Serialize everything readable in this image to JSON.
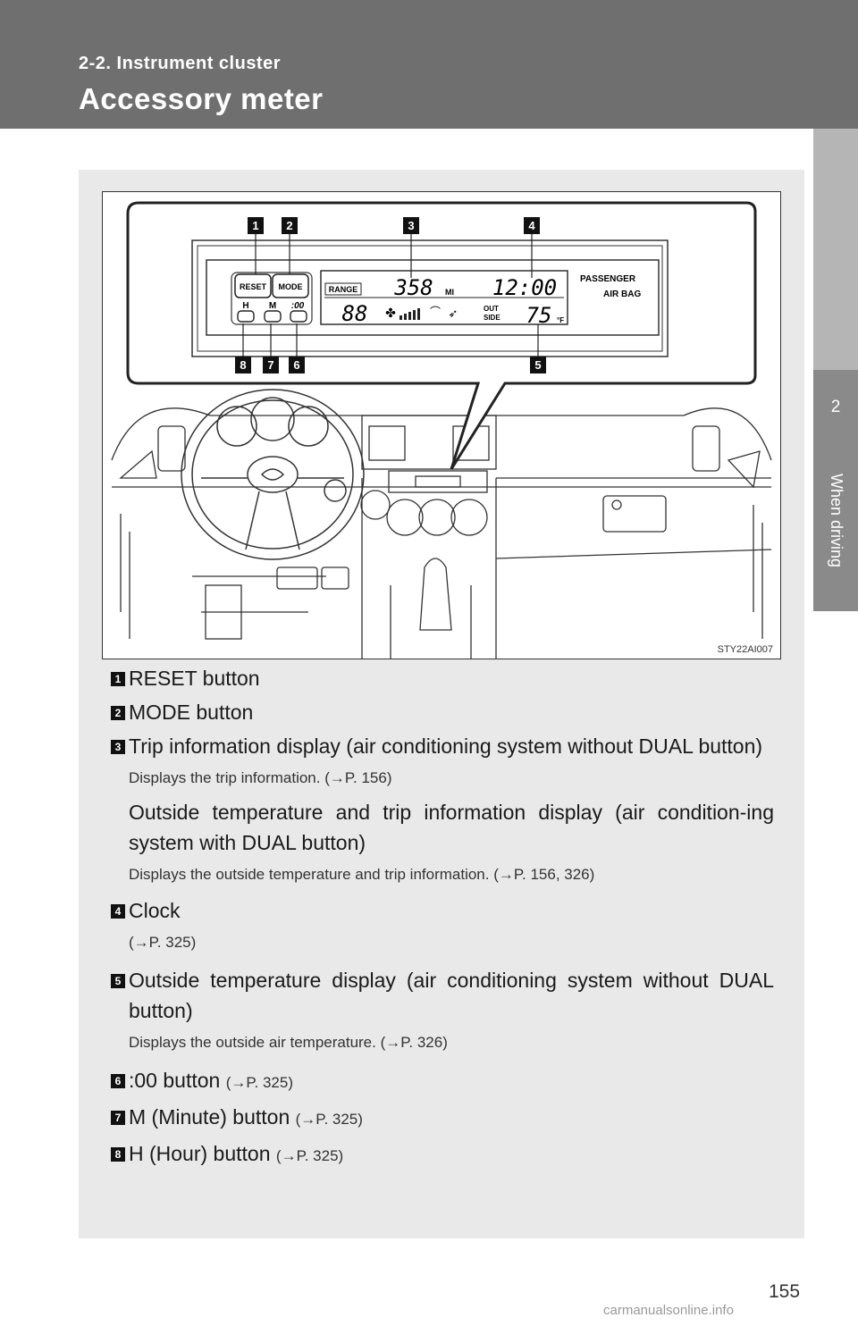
{
  "header": {
    "section": "2-2. Instrument cluster",
    "title": "Accessory meter"
  },
  "side_tab": {
    "number": "2",
    "label": "When driving"
  },
  "figure": {
    "code": "STY22AI007",
    "callouts": [
      "1",
      "2",
      "3",
      "4",
      "8",
      "7",
      "6",
      "5"
    ],
    "meter": {
      "reset": "RESET",
      "mode": "MODE",
      "h": "H",
      "m": "M",
      "zero": ":00",
      "range": "RANGE",
      "distance": "358",
      "unit": "MI",
      "clock": "12:00",
      "left_digits": "88",
      "outside_line1": "OUT",
      "outside_line2": "SIDE",
      "temp": "75",
      "temp_unit": "°F",
      "airbag_line1": "PASSENGER",
      "airbag_line2": "AIR BAG"
    }
  },
  "items": [
    {
      "num": "1",
      "label": "RESET button"
    },
    {
      "num": "2",
      "label": "MODE button"
    },
    {
      "num": "3",
      "label": "Trip information display (air conditioning system without DUAL button)",
      "sub": "Displays the trip information. (→P. 156)"
    },
    {
      "num": "",
      "label": "Outside temperature and trip information display (air condition-ing system with DUAL button)",
      "sub": "Displays the outside temperature and trip information. (→P. 156, 326)"
    },
    {
      "num": "4",
      "label": "Clock",
      "sub": "(→P. 325)"
    },
    {
      "num": "5",
      "label": "Outside temperature display (air conditioning system without DUAL button)",
      "sub": "Displays the outside air temperature. (→P. 326)"
    },
    {
      "num": "6",
      "label": ":00 button",
      "ref": "(→P. 325)"
    },
    {
      "num": "7",
      "label": "M (Minute) button",
      "ref": "(→P. 325)"
    },
    {
      "num": "8",
      "label": "H (Hour) button",
      "ref": "(→P. 325)"
    }
  ],
  "page_number": "155",
  "watermark": "carmanualsonline.info"
}
